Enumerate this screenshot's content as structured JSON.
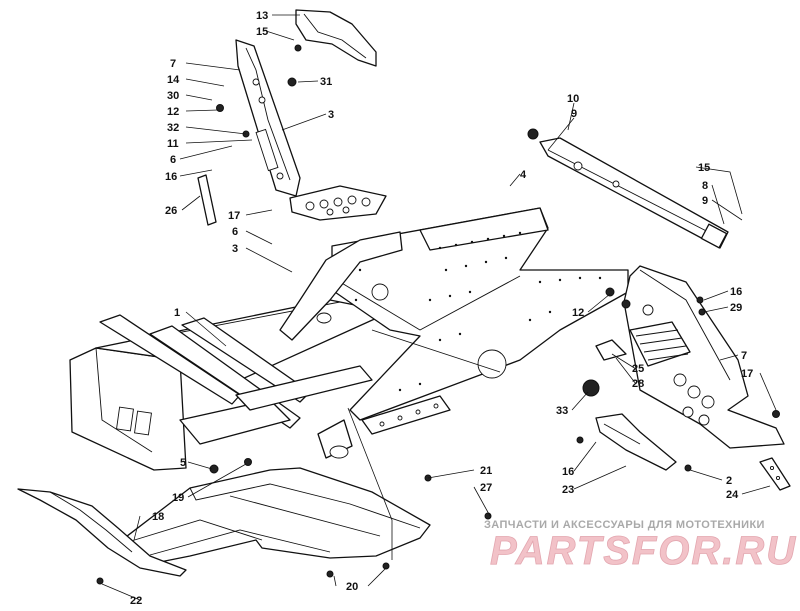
{
  "diagram": {
    "callouts": [
      {
        "id": "c1",
        "text": "1"
      },
      {
        "id": "c2",
        "text": "2"
      },
      {
        "id": "c3a",
        "text": "3"
      },
      {
        "id": "c3b",
        "text": "3"
      },
      {
        "id": "c4",
        "text": "4"
      },
      {
        "id": "c5",
        "text": "5"
      },
      {
        "id": "c6a",
        "text": "6"
      },
      {
        "id": "c6b",
        "text": "6"
      },
      {
        "id": "c7a",
        "text": "7"
      },
      {
        "id": "c7b",
        "text": "7"
      },
      {
        "id": "c8",
        "text": "8"
      },
      {
        "id": "c9a",
        "text": "9"
      },
      {
        "id": "c9b",
        "text": "9"
      },
      {
        "id": "c10",
        "text": "10"
      },
      {
        "id": "c11",
        "text": "11"
      },
      {
        "id": "c12a",
        "text": "12"
      },
      {
        "id": "c12b",
        "text": "12"
      },
      {
        "id": "c13",
        "text": "13"
      },
      {
        "id": "c14",
        "text": "14"
      },
      {
        "id": "c15a",
        "text": "15"
      },
      {
        "id": "c15b",
        "text": "15"
      },
      {
        "id": "c16a",
        "text": "16"
      },
      {
        "id": "c16b",
        "text": "16"
      },
      {
        "id": "c16c",
        "text": "16"
      },
      {
        "id": "c17a",
        "text": "17"
      },
      {
        "id": "c17b",
        "text": "17"
      },
      {
        "id": "c18",
        "text": "18"
      },
      {
        "id": "c19",
        "text": "19"
      },
      {
        "id": "c20",
        "text": "20"
      },
      {
        "id": "c21",
        "text": "21"
      },
      {
        "id": "c22",
        "text": "22"
      },
      {
        "id": "c23",
        "text": "23"
      },
      {
        "id": "c24",
        "text": "24"
      },
      {
        "id": "c25",
        "text": "25"
      },
      {
        "id": "c26",
        "text": "26"
      },
      {
        "id": "c27",
        "text": "27"
      },
      {
        "id": "c28",
        "text": "28"
      },
      {
        "id": "c29",
        "text": "29"
      },
      {
        "id": "c30",
        "text": "30"
      },
      {
        "id": "c31",
        "text": "31"
      },
      {
        "id": "c32",
        "text": "32"
      },
      {
        "id": "c33",
        "text": "33"
      }
    ]
  },
  "watermark": {
    "caption": "ЗАПЧАСТИ И АКСЕССУАРЫ ДЛЯ МОТОТЕХНИКИ",
    "brand": "PARTSFOR.RU",
    "colors": {
      "caption": "#a9a9a9",
      "brand_fill": "#f2c2c8",
      "brand_stroke": "#e3a7b0"
    }
  }
}
